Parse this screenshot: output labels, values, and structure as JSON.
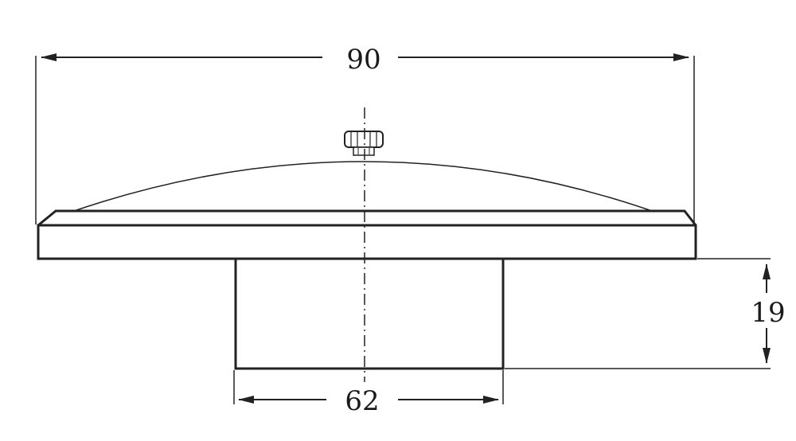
{
  "dimensions": {
    "overall_width": "90",
    "base_width": "62",
    "base_height": "19"
  },
  "colors": {
    "line": "#222222",
    "background": "#ffffff"
  }
}
